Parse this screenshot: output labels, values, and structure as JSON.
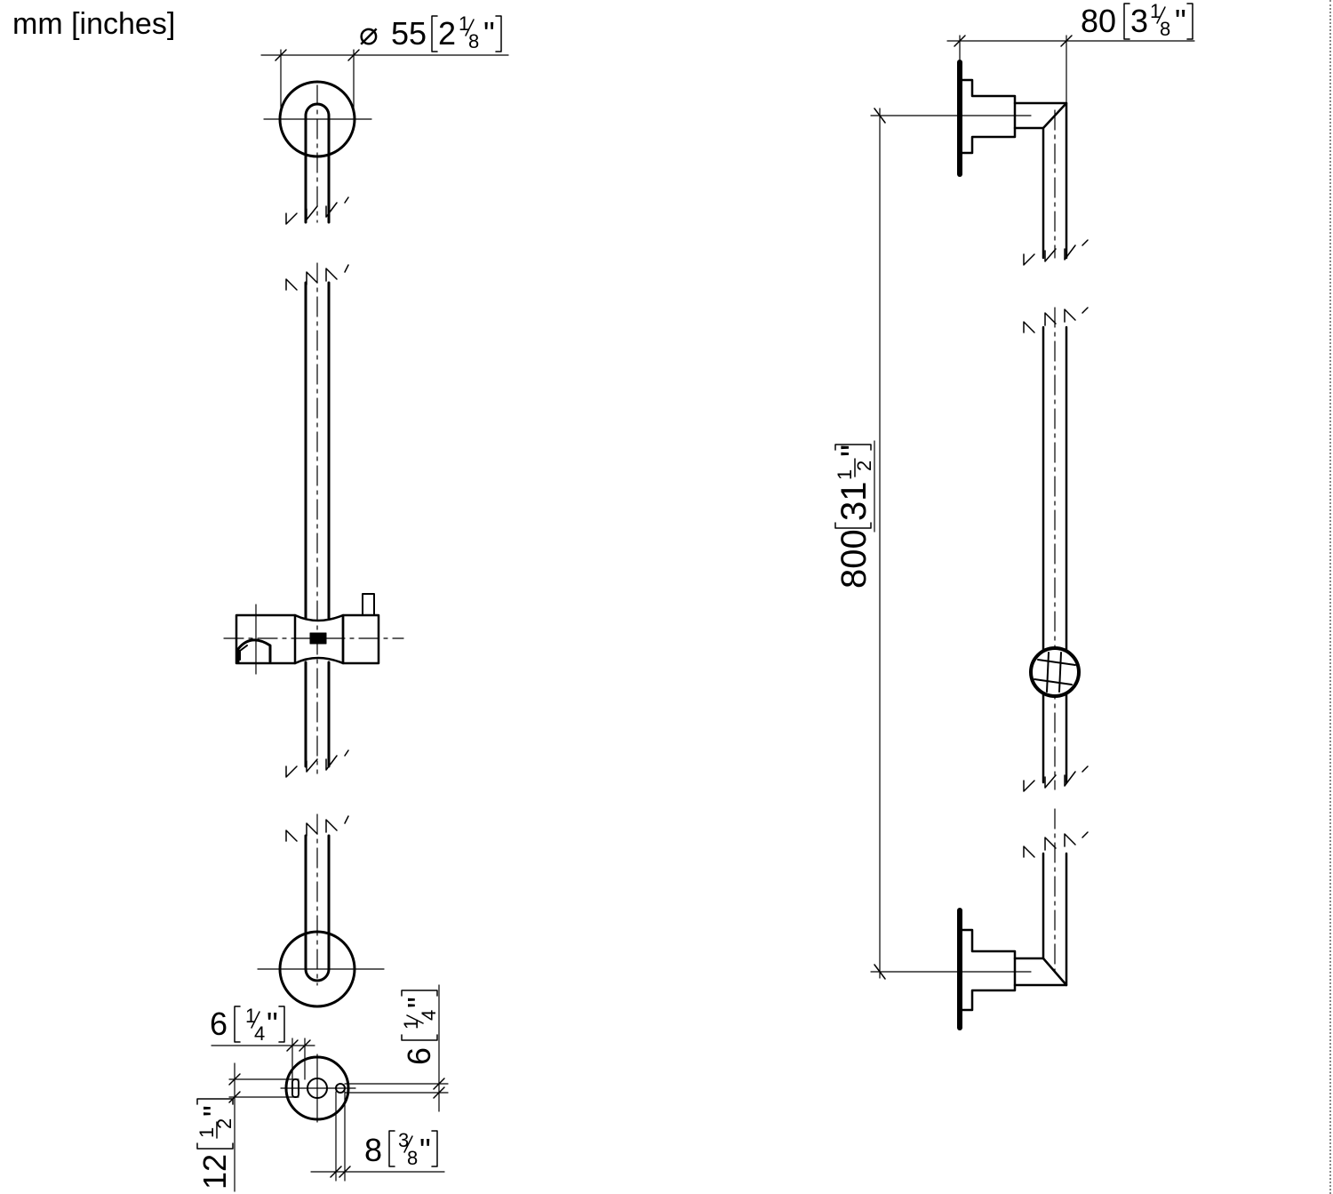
{
  "units_label": "mm [inches]",
  "dimensions": {
    "flange_diameter": {
      "symbol": "⌀",
      "mm": "55",
      "inch_whole": "2",
      "inch_num": "1",
      "inch_den": "8",
      "inch_mark": "\""
    },
    "projection": {
      "mm": "80",
      "inch_whole": "3",
      "inch_num": "1",
      "inch_den": "8",
      "inch_mark": "\""
    },
    "length": {
      "mm": "800",
      "inch_whole": "31",
      "inch_num": "1",
      "inch_den": "2",
      "inch_mark": "\""
    },
    "left_offset": {
      "mm": "6",
      "inch_num": "1",
      "inch_den": "4",
      "inch_mark": "\""
    },
    "right_offset": {
      "mm": "6",
      "inch_num": "1",
      "inch_den": "4",
      "inch_mark": "\""
    },
    "bore_spacing": {
      "mm": "12",
      "inch_num": "1",
      "inch_den": "2",
      "inch_mark": "\""
    },
    "hole_diameter": {
      "mm": "8",
      "inch_num": "3",
      "inch_den": "8",
      "inch_mark": "\""
    }
  }
}
